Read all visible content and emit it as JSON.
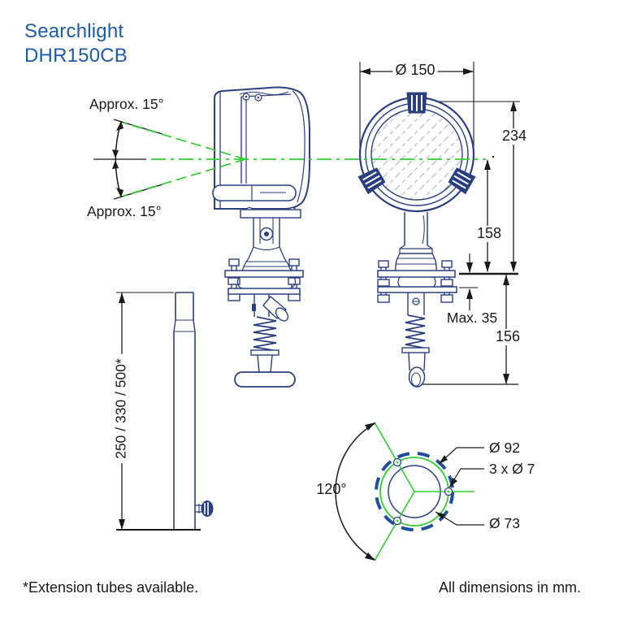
{
  "title": {
    "line1": "Searchlight",
    "line2": "DHR150CB"
  },
  "side_view": {
    "beam_angle_top": "Approx. 15°",
    "beam_angle_bottom": "Approx. 15°"
  },
  "front_view": {
    "lens_diameter": "Ø 150",
    "total_height": "234",
    "axis_height": "158",
    "deck_max": "Max. 35",
    "below_deck": "156"
  },
  "extension_tube": {
    "lengths": "250 / 330 / 500*"
  },
  "hole_pattern": {
    "spacing_angle": "120°",
    "bolt_circle": "Ø 92",
    "holes": "3 x Ø 7",
    "inner_circle": "Ø 73"
  },
  "footer": {
    "footnote": "*Extension tubes available.",
    "units_note": "All dimensions in mm."
  },
  "colors": {
    "line_navy": "#2a3f80",
    "beam_green": "#33cc33",
    "dashed_blue": "#1f4e9c",
    "dimension_black": "#1a1a1a",
    "title_blue": "#1d5aa7",
    "hatch_gray": "#b0bac8"
  }
}
